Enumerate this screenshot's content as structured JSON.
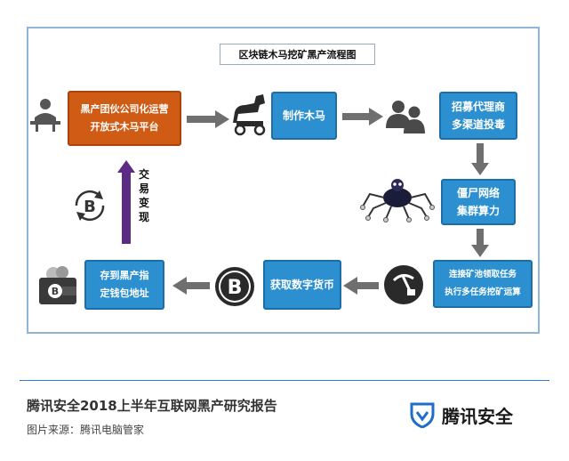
{
  "diagram": {
    "title": "区块链木马挖矿黑产流程图",
    "nodes": {
      "gang": [
        "黑产团伙公司化运营",
        "开放式木马平台"
      ],
      "make_trojan": "制作木马",
      "recruit": [
        "招募代理商",
        "多渠道投毒"
      ],
      "botnet": [
        "僵尸网络",
        "集群算力"
      ],
      "mining": [
        "连接矿池领取任务",
        "执行多任务挖矿运算"
      ],
      "get_coin": "获取数字货币",
      "wallet": [
        "存到黑产指",
        "定钱包地址"
      ]
    },
    "exchange_label": "交易变现",
    "icons": [
      "businessman-icon",
      "trojan-horse-icon",
      "people-icon",
      "spider-robot-icon",
      "pickaxe-icon",
      "bitcoin-coin-icon",
      "wallet-icon",
      "bitcoin-cycle-icon"
    ]
  },
  "footer": {
    "report_title": "腾讯安全2018上半年互联网黑产研究报告",
    "source": "图片来源：腾讯电脑管家",
    "brand": "腾讯安全"
  },
  "colors": {
    "blue": "#2c8fd0",
    "orange": "#cf5b14",
    "arrow_gray": "#6f6f6f",
    "purple": "#5b2b86"
  }
}
